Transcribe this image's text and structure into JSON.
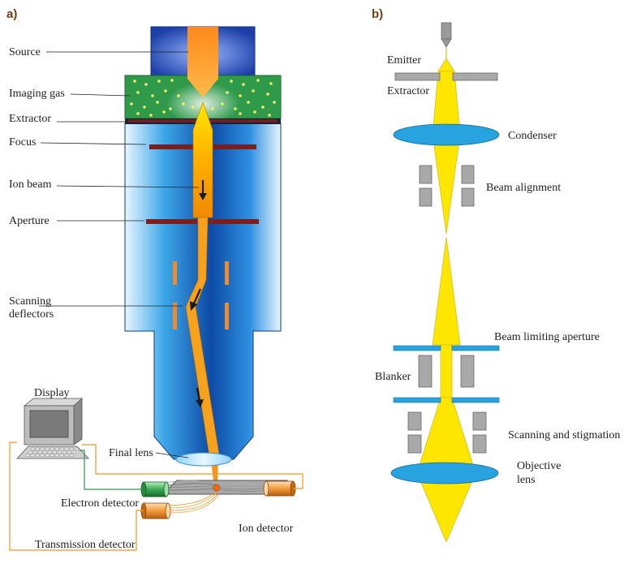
{
  "panels": {
    "a": "a)",
    "b": "b)"
  },
  "diagram_a": {
    "labels": {
      "source": "Source",
      "imaging_gas": "Imaging gas",
      "extractor": "Extractor",
      "focus": "Focus",
      "ion_beam": "Ion beam",
      "aperture": "Aperture",
      "scanning_1": "Scanning",
      "scanning_2": "deflectors",
      "display": "Display",
      "final_lens": "Final lens",
      "electron_detector": "Electron detector",
      "ion_detector": "Ion detector",
      "transmission_detector": "Transmission detector"
    }
  },
  "diagram_b": {
    "labels": {
      "emitter": "Emitter",
      "extractor": "Extractor",
      "condenser": "Condenser",
      "beam_alignment": "Beam alignment",
      "beam_limiting_aperture": "Beam limiting aperture",
      "blanker": "Blanker",
      "scanning_stigmation": "Scanning and stigmation",
      "objective_1": "Objective",
      "objective_2": "lens"
    }
  },
  "colors": {
    "column_blue": "#1565c0",
    "gas_green": "#2e9a4a",
    "beam_orange": "#f7941d",
    "beam_yellow": "#ffe600",
    "lens_blue": "#29a3e0",
    "plate_gray": "#a9a9a9",
    "electrode_red": "#7a1f1f",
    "panel_label": "#7a3a10"
  }
}
